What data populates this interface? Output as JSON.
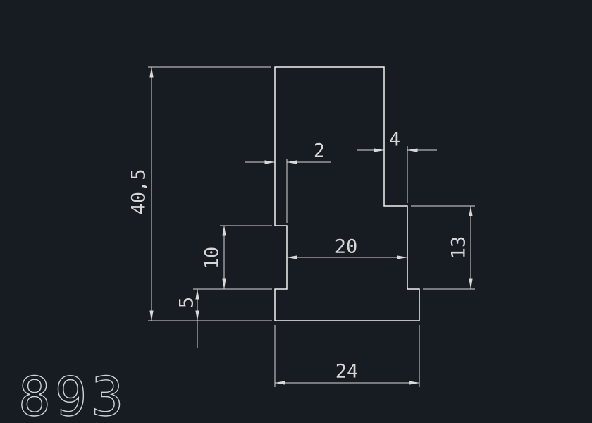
{
  "drawing_number": "893",
  "profile": {
    "type": "extrusion-cross-section",
    "units": "mm",
    "total_height": 40.5,
    "base_width": 24,
    "base_height": 5,
    "web_width": 20,
    "left_flange_height": 10,
    "right_flange_height": 13,
    "top_left_step": 2,
    "top_right_step": 4
  },
  "dimensions": {
    "total_height": "40,5",
    "top_left_step": "2",
    "top_right_step": "4",
    "left_flange_height": "10",
    "web_width": "20",
    "right_flange_height": "13",
    "base_height": "5",
    "base_width": "24"
  },
  "colors": {
    "background": "#171c23",
    "profile_line": "#f2f2f2",
    "dimension_line": "#d9d9d9",
    "dimension_text": "#d6d6d6"
  }
}
